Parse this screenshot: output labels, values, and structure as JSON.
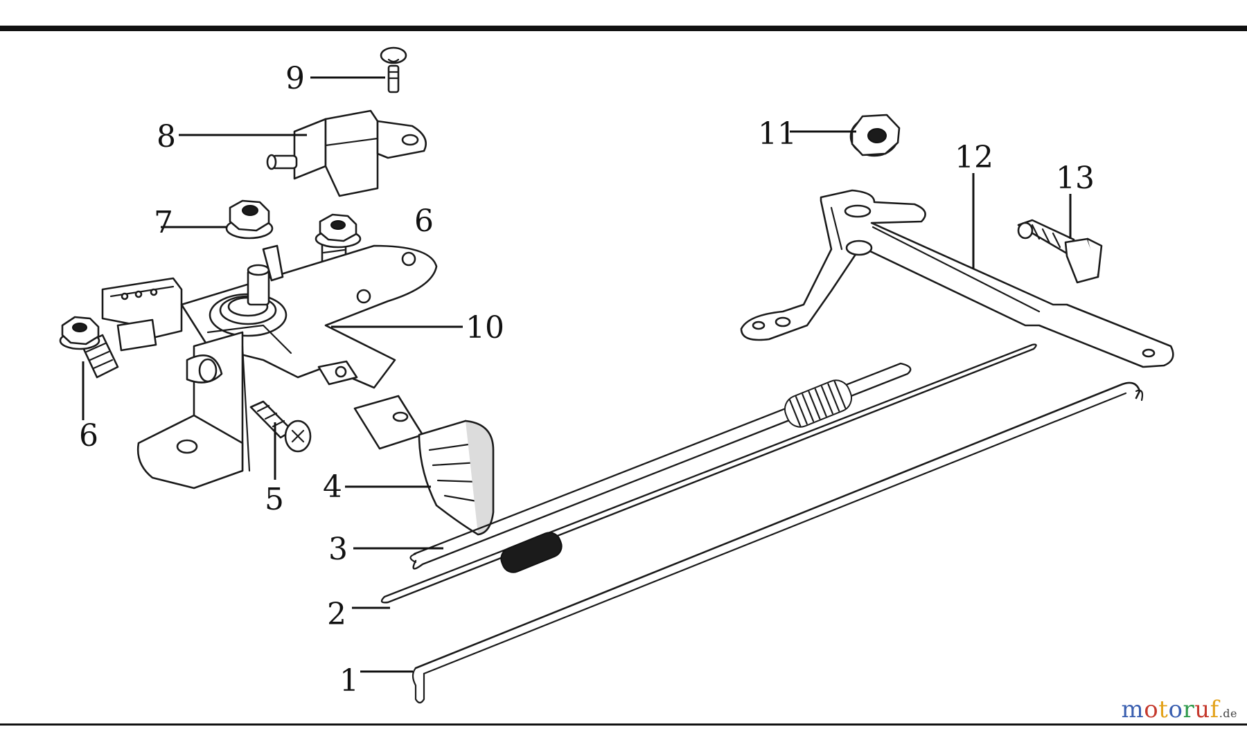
{
  "callouts": {
    "c1": "1",
    "c2": "2",
    "c3": "3",
    "c4": "4",
    "c5": "5",
    "c6_upper": "6",
    "c6_lower": "6",
    "c7": "7",
    "c8": "8",
    "c9": "9",
    "c10": "10",
    "c11": "11",
    "c12": "12",
    "c13": "13"
  },
  "watermark": {
    "letters": [
      "m",
      "o",
      "t",
      "o",
      "r",
      "u",
      "f"
    ],
    "colors": [
      "#3a5fb0",
      "#c53a2e",
      "#e3a21a",
      "#3a5fb0",
      "#2e9a4b",
      "#c53a2e",
      "#e3a21a"
    ],
    "suffix": ".de",
    "suffix_color": "#444444"
  },
  "colors": {
    "rule": "#111111",
    "line_art": "#1a1a1a",
    "background": "#ffffff"
  }
}
